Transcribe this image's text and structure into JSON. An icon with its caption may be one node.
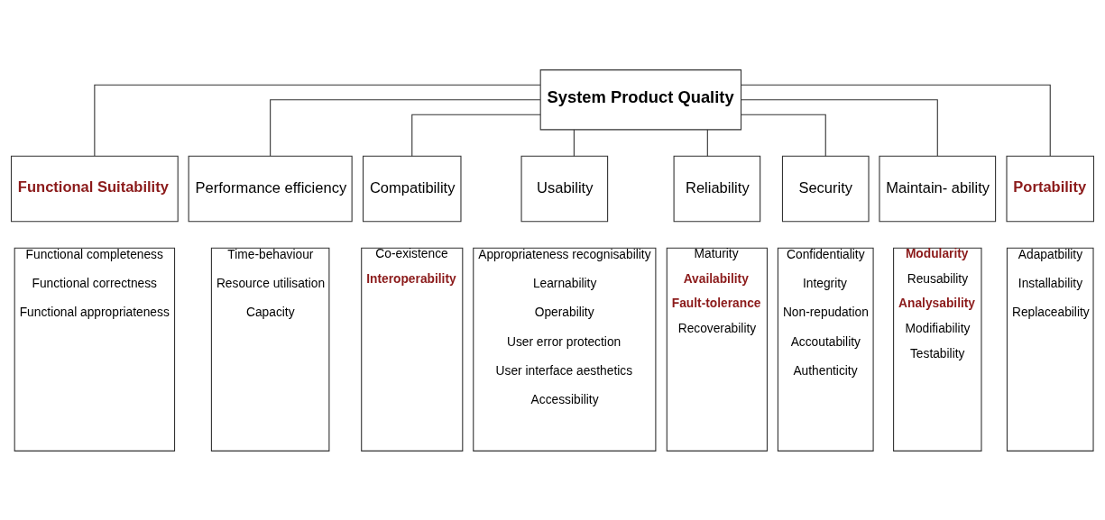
{
  "diagram": {
    "nodes": [
      {
        "text": [
          "System Product Quality"
        ]
      },
      {
        "text": [
          "Functional Suitability"
        ]
      },
      {
        "text": [
          "Performance efficiency"
        ]
      },
      {
        "text": [
          "Compatibility"
        ]
      },
      {
        "text": [
          "Usability"
        ]
      },
      {
        "text": [
          "Reliability"
        ]
      },
      {
        "text": [
          "Security"
        ]
      },
      {
        "text": [
          "Maintain- ability"
        ]
      },
      {
        "text": [
          "Portability"
        ]
      },
      {
        "text": [
          "Functional completeness",
          "Functional correctness",
          "Functional appropriateness"
        ]
      },
      {
        "text": [
          "Time-behaviour",
          "Resource utilisation",
          "Capacity"
        ]
      },
      {
        "text": [
          "Co-existence",
          "Interoperability"
        ]
      },
      {
        "text": [
          "Appropriateness recognisability",
          "Learnability",
          "Operability",
          "User error protection",
          "User interface aesthetics",
          "Accessibility"
        ]
      },
      {
        "text": [
          "Maturity",
          "Availability",
          "Fault-tolerance",
          "Recoverability"
        ]
      },
      {
        "text": [
          "Confidentiality",
          "Integrity",
          "Non-repudation",
          "Accoutability",
          "Authenticity"
        ]
      },
      {
        "text": [
          "Modularity",
          "Reusability",
          "Analysability",
          "Modifiability",
          "Testability"
        ]
      },
      {
        "text": [
          "Adapatbility",
          "Installability",
          "Replaceability"
        ]
      }
    ],
    "edges": [
      {
        "from": 0,
        "to": 1,
        "arrow": "none"
      },
      {
        "from": 0,
        "to": 2,
        "arrow": "none"
      },
      {
        "from": 0,
        "to": 3,
        "arrow": "none"
      },
      {
        "from": 0,
        "to": 4,
        "arrow": "none"
      },
      {
        "from": 0,
        "to": 5,
        "arrow": "none"
      },
      {
        "from": 0,
        "to": 6,
        "arrow": "none"
      },
      {
        "from": 0,
        "to": 7,
        "arrow": "none"
      },
      {
        "from": 0,
        "to": 8,
        "arrow": "none"
      }
    ]
  }
}
